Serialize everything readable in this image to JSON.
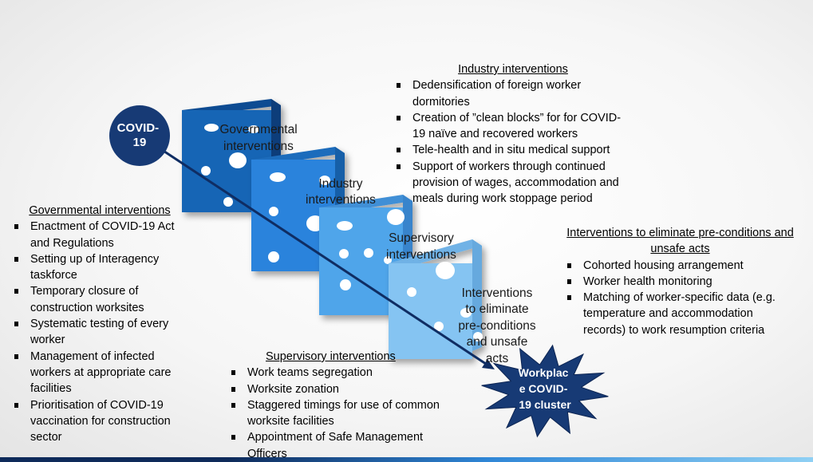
{
  "covid_label": "COVID-\n19",
  "cluster_label": "Workplac\ne COVID-\n19 cluster",
  "blocks": [
    {
      "label": "Governmental\ninterventions"
    },
    {
      "label": "Industry\ninterventions"
    },
    {
      "label": "Supervisory\ninterventions"
    },
    {
      "label": "Interventions\nto eliminate\npre-conditions\nand unsafe\nacts"
    }
  ],
  "governmental": {
    "heading": "Governmental interventions",
    "items": [
      "Enactment of COVID-19 Act and Regulations",
      "Setting up of Interagency taskforce",
      "Temporary closure of construction worksites",
      "Systematic testing of every worker",
      "Management of infected workers at appropriate care facilities",
      "Prioritisation of COVID-19 vaccination for construction sector"
    ]
  },
  "industry": {
    "heading": "Industry interventions",
    "items": [
      "Dedensification of foreign worker dormitories",
      "Creation of ”clean blocks” for for COVID-19 naïve and recovered workers",
      "Tele-health and in situ medical support",
      "Support of workers through continued provision of wages, accommodation and meals during work stoppage period"
    ]
  },
  "supervisory": {
    "heading": "Supervisory interventions",
    "items": [
      "Work teams segregation",
      "Worksite zonation",
      "Staggered timings for use of common worksite facilities",
      "Appointment of Safe Management Officers"
    ]
  },
  "eliminate": {
    "heading": "Interventions to eliminate pre-conditions and unsafe acts",
    "items": [
      "Cohorted housing arrangement",
      "Worker health monitoring",
      "Matching of worker-specific data (e.g. temperature and accommodation records) to work resumption criteria"
    ]
  },
  "colors": {
    "covid_circle": "#173a75",
    "block1": "#1565b5",
    "block2": "#2b83dc",
    "block3": "#50a5ea",
    "block4": "#85c4f2",
    "arrow": "#0f2d63",
    "star": "#173a75"
  }
}
